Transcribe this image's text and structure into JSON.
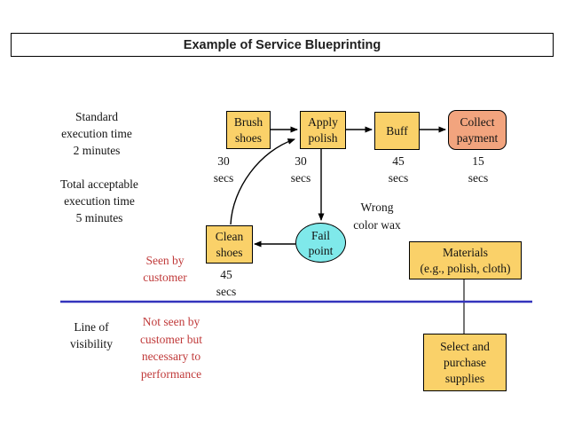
{
  "title": "Example of Service Blueprinting",
  "colors": {
    "process_box_fill": "#FAD169",
    "payment_box_fill": "#F2A47E",
    "fail_point_fill": "#7FE9EA",
    "visibility_line_blue": "#3434BC",
    "zone_text_red": "#C03A3A"
  },
  "side_labels": {
    "standard_time": {
      "line1": "Standard",
      "line2": "execution time",
      "line3": "2 minutes"
    },
    "acceptable_time": {
      "line1": "Total acceptable",
      "line2": "execution time",
      "line3": "5 minutes"
    },
    "line_of_visibility": {
      "line1": "Line of",
      "line2": "visibility"
    }
  },
  "zone_labels": {
    "seen": {
      "line1": "Seen by",
      "line2": "customer"
    },
    "not_seen": {
      "line1": "Not seen by",
      "line2": "customer but",
      "line3": "necessary to",
      "line4": "performance"
    }
  },
  "steps": {
    "brush": {
      "line1": "Brush",
      "line2": "shoes",
      "time": "30",
      "unit": "secs"
    },
    "apply": {
      "line1": "Apply",
      "line2": "polish",
      "time": "30",
      "unit": "secs"
    },
    "buff": {
      "line1": "Buff",
      "time": "45",
      "unit": "secs"
    },
    "collect": {
      "line1": "Collect",
      "line2": "payment",
      "time": "15",
      "unit": "secs"
    },
    "clean": {
      "line1": "Clean",
      "line2": "shoes",
      "time": "45",
      "unit": "secs"
    }
  },
  "fail_point": {
    "line1": "Fail",
    "line2": "point"
  },
  "fail_annotation": {
    "line1": "Wrong",
    "line2": "color wax"
  },
  "backstage": {
    "materials": {
      "line1": "Materials",
      "line2": "(e.g., polish, cloth)"
    },
    "select": {
      "line1": "Select and",
      "line2": "purchase",
      "line3": "supplies"
    }
  }
}
